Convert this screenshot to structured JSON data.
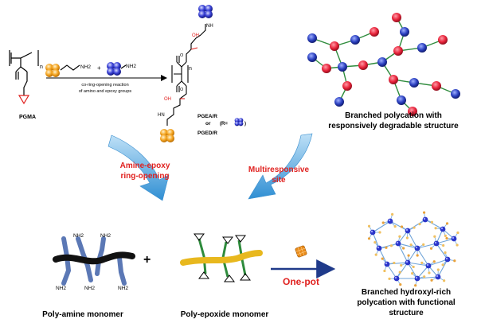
{
  "top_scheme": {
    "monomer_label": "PGMA",
    "subscript_n": "n",
    "reagent_nh2": "NH2",
    "plus": "+",
    "reaction_line1": "co-ring-opening reaction",
    "reaction_line2": "of amino and epoxy groups",
    "product_label1": "PGEA/R",
    "product_or": "or",
    "product_label2": "PGED/R",
    "r_definition_prefix": "(R=",
    "r_definition_suffix": ")",
    "oh_label": "OH",
    "hn_label": "HN",
    "nh_label": "NH",
    "o_label": "O"
  },
  "branched_structure": {
    "caption_line1": "Branched polycation with",
    "caption_line2": "responsively degradable structure"
  },
  "arrows": {
    "left_label_line1": "Amine-epoxy",
    "left_label_line2": "ring-opening",
    "right_label_line1": "Multiresponsive",
    "right_label_line2": "site"
  },
  "bottom": {
    "polyamine_label": "Poly-amine monomer",
    "polyepoxide_label": "Poly-epoxide monomer",
    "plus": "+",
    "nh2_label": "NH2",
    "one_pot_label": "One-pot",
    "product_line1": "Branched hydroxyl-rich",
    "product_line2": "polycation with functional",
    "product_line3": "structure"
  },
  "colors": {
    "red_text": "#e0211f",
    "arrow_blue": "#4aa3df",
    "dark_arrow": "#1f3a8a",
    "orange_bead": "#f5a623",
    "blue_bead": "#2b35c9",
    "red_node": "#e8233a",
    "blue_node": "#2a3fbf",
    "chain_green": "#2e8b3c",
    "black_backbone": "#111111",
    "yellow_backbone": "#e8b81e"
  }
}
